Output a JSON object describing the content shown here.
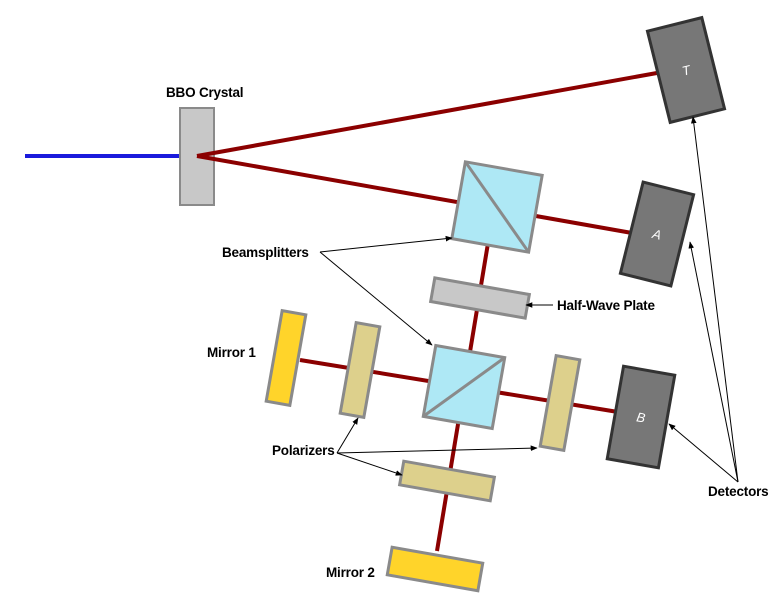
{
  "labels": {
    "bbo_crystal": "BBO Crystal",
    "beamsplitters": "Beamsplitters",
    "half_wave_plate": "Half-Wave Plate",
    "mirror_1": "Mirror 1",
    "mirror_2": "Mirror 2",
    "polarizers": "Polarizers",
    "detectors": "Detectors"
  },
  "detectors": {
    "t": "T",
    "a": "A",
    "b": "B"
  },
  "colors": {
    "pump_beam": "#1a1adc",
    "signal_beam": "#8b0000",
    "crystal": "#c8c8c8",
    "beamsplitter": "#aee8f5",
    "mirror": "#ffd42a",
    "polarizer": "#ddd08c",
    "detector": "#777777",
    "outline": "#8a8a8a"
  }
}
